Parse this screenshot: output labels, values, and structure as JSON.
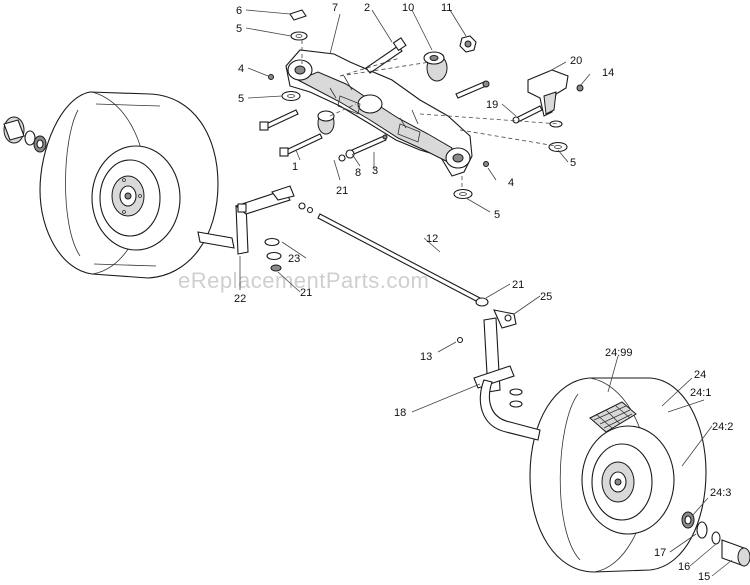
{
  "watermark": "eReplacementParts.com",
  "labels": {
    "l1": "1",
    "l2": "2",
    "l3": "3",
    "l4a": "4",
    "l4b": "4",
    "l5a": "5",
    "l5b": "5",
    "l5c": "5",
    "l5d": "5",
    "l6": "6",
    "l7": "7",
    "l8": "8",
    "l10": "10",
    "l11": "11",
    "l12": "12",
    "l13": "13",
    "l14": "14",
    "l15": "15",
    "l16": "16",
    "l17": "17",
    "l18": "18",
    "l19": "19",
    "l20": "20",
    "l21a": "21",
    "l21b": "21",
    "l21c": "21",
    "l22": "22",
    "l23": "23",
    "l24": "24",
    "l24_1": "24:1",
    "l24_2": "24:2",
    "l24_3": "24:3",
    "l24_99": "24:99",
    "l25": "25"
  }
}
